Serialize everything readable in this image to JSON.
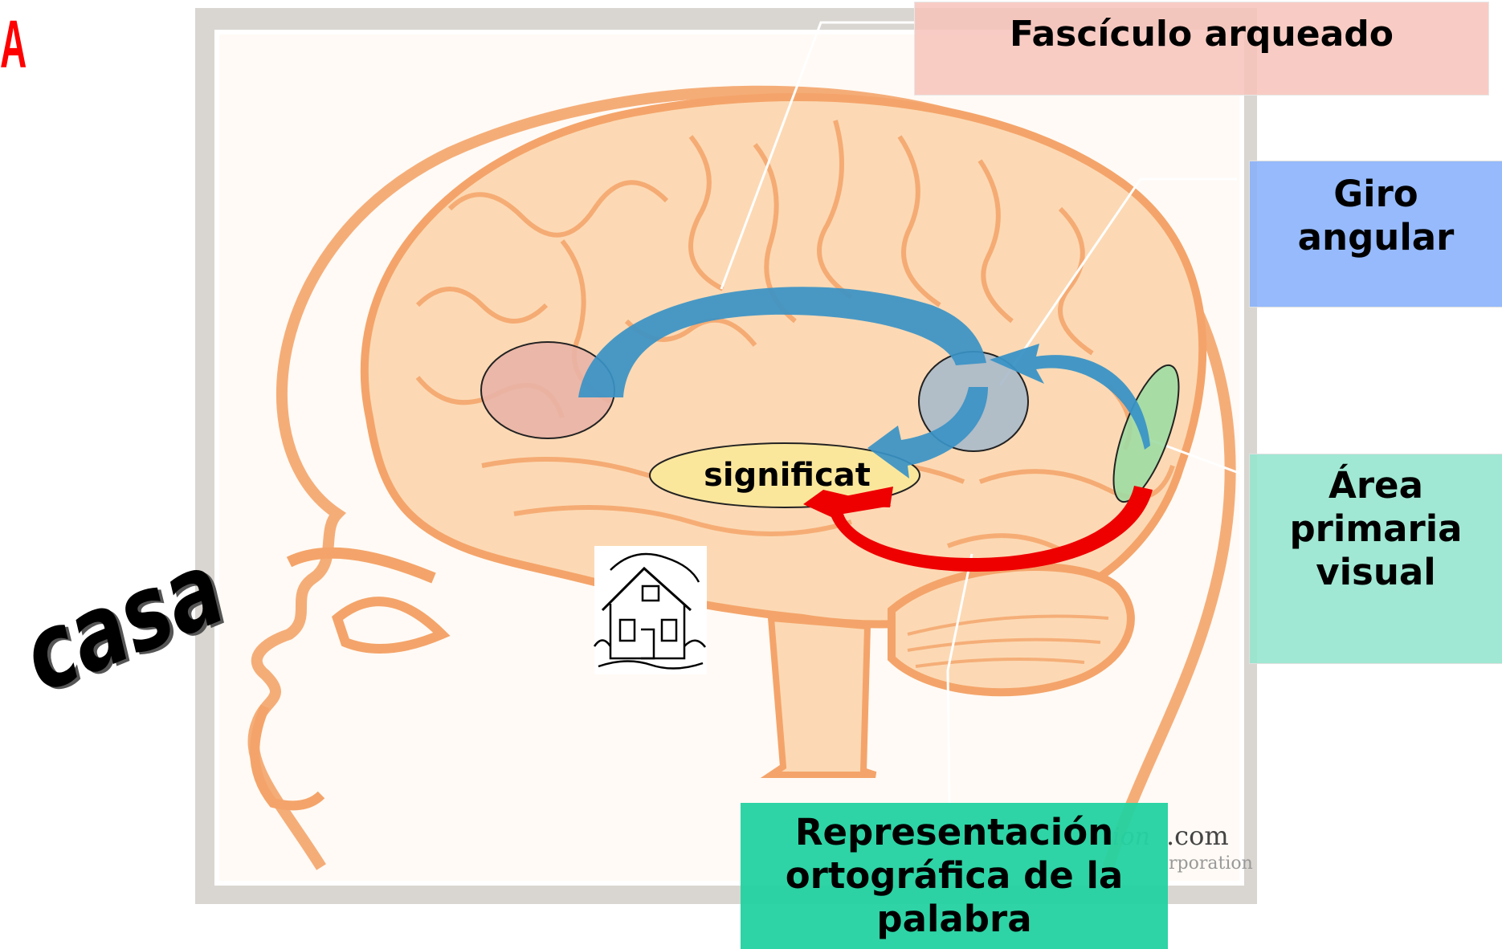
{
  "corner_letter": "A",
  "word": "casa",
  "labels": {
    "fasciculo": "Fascículo arqueado",
    "giro": "Giro\nangular",
    "area": "Área\nprimaria\nvisual",
    "representacion": "Representación\nortográfica de la\npalabra",
    "significat": "significat"
  },
  "watermark": {
    "domain_suffix": ".com",
    "partial_text": "ion",
    "corporation_fragment": "rporation"
  },
  "colors": {
    "brain_outline": "#f4a46a",
    "brain_fill": "#fcd9b4",
    "blue_arrow": "#3a93c6",
    "red_arrow": "#ee0000",
    "broca_fill": "#e9b2a6",
    "angular_fill": "#a9b9c9",
    "visual_fill": "#9fdca3",
    "significat_fill": "#fbe79c"
  }
}
